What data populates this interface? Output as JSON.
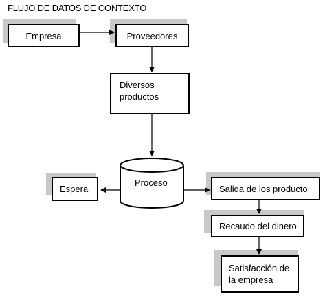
{
  "title": "FLUJO DE DATOS DE CONTEXTO",
  "nodes": {
    "empresa": "Empresa",
    "proveedores": "Proveedores",
    "diversos_line1": "Diversos",
    "diversos_line2": "productos",
    "proceso": "Proceso",
    "espera": "Espera",
    "salida": "Salida de los producto",
    "recaudo": "Recaudo del dinero",
    "satisfaccion_line1": "Satisfacción de",
    "satisfaccion_line2": "la empresa"
  },
  "colors": {
    "shadow": "#c8c8c8",
    "stroke": "#000000"
  }
}
